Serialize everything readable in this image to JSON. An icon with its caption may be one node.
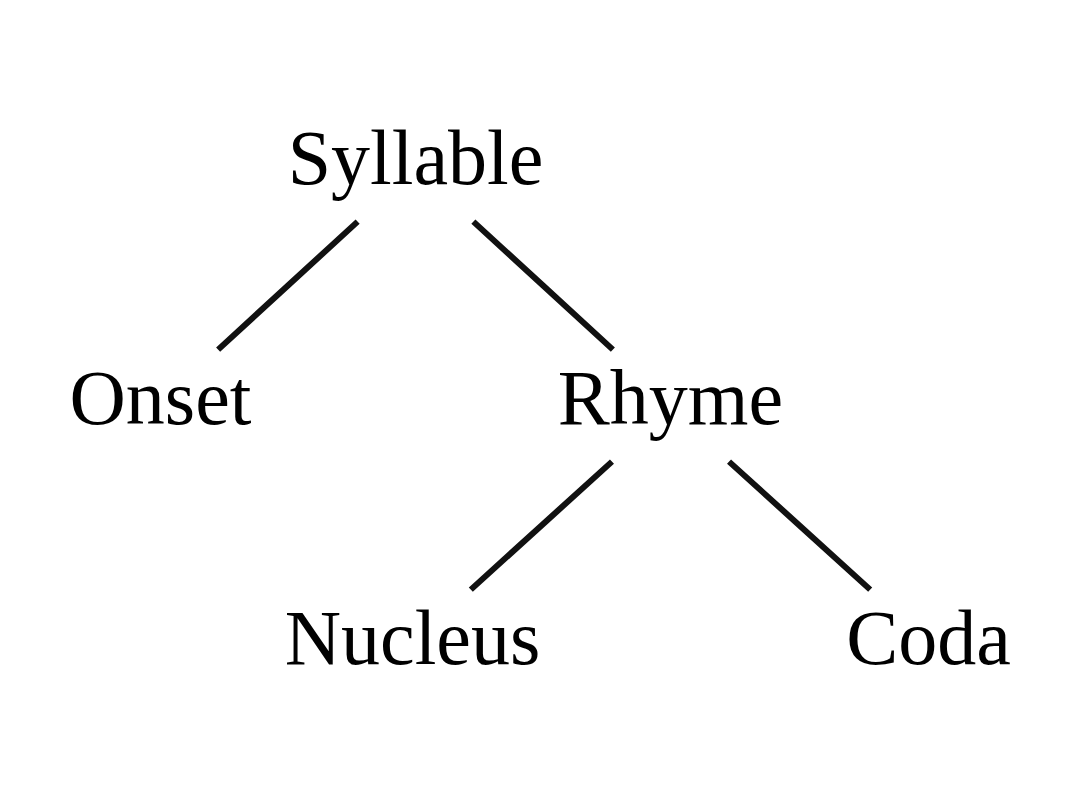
{
  "diagram": {
    "nodes": [
      {
        "text": [
          "Syllable"
        ]
      },
      {
        "text": [
          "Onset"
        ]
      },
      {
        "text": [
          "Rhyme"
        ]
      },
      {
        "text": [
          "Nucleus"
        ]
      },
      {
        "text": [
          "Coda"
        ]
      }
    ],
    "edges": [
      {
        "from": 0,
        "to": 1,
        "arrow": "none"
      },
      {
        "from": 0,
        "to": 2,
        "arrow": "none"
      },
      {
        "from": 2,
        "to": 3,
        "arrow": "none"
      },
      {
        "from": 2,
        "to": 4,
        "arrow": "none"
      }
    ]
  }
}
